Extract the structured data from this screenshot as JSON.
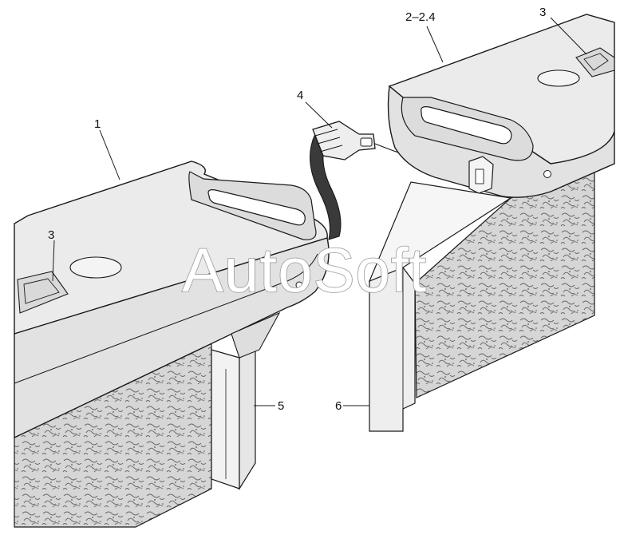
{
  "figure": {
    "callouts": {
      "c1": "1",
      "c2": "2–2.4",
      "c3_right": "3",
      "c3_left": "3",
      "c4": "4",
      "c5": "5",
      "c6": "6"
    },
    "watermark": "AutoSoft"
  },
  "colors": {
    "line": "#1a1a1a",
    "panel_fill": "#e6e6e6",
    "panel_shade": "#cfcfcf",
    "insulation_base": "#d9d9d9",
    "insulation_speckle": "#7a7a7a",
    "watermark_stroke": "#9a9a9a"
  }
}
